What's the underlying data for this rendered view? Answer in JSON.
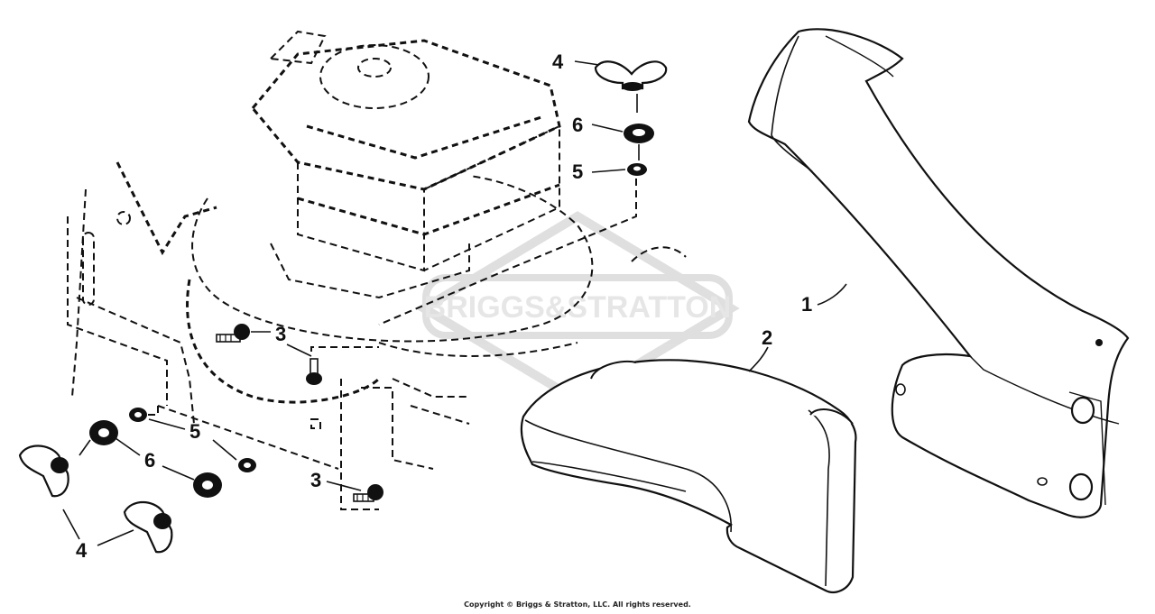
{
  "callouts": {
    "wing_nut_top": "4",
    "washer_large_top": "6",
    "washer_small_top": "5",
    "bolt_upper": "3",
    "bolt_lower": "3",
    "washer_small_bottom": "5",
    "washer_large_bottom": "6",
    "wing_nut_bottom": "4",
    "chute": "1",
    "deflector": "2"
  },
  "watermark": "BRIGGS&STRATTON",
  "copyright": "Copyright © Briggs & Stratton, LLC. All rights reserved."
}
